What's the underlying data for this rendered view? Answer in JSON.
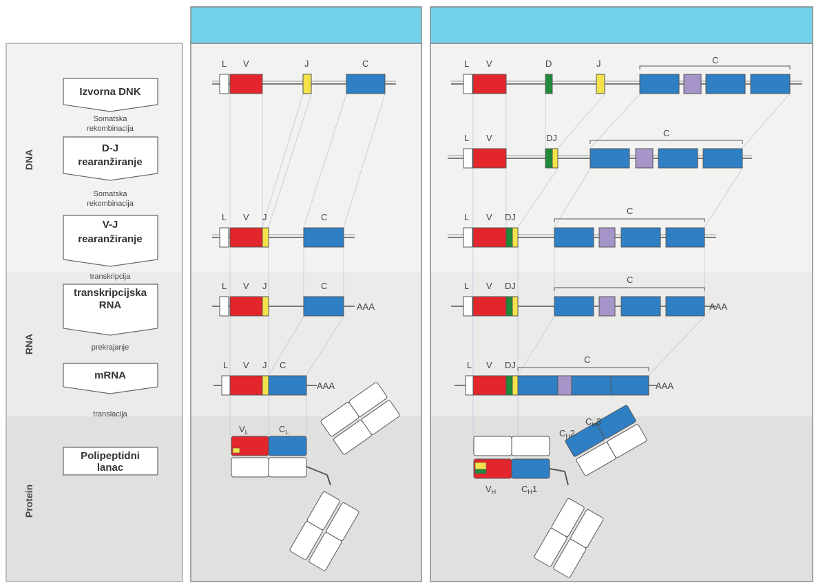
{
  "left_panel": {
    "sections": [
      "DNA",
      "RNA",
      "Protein"
    ],
    "steps": [
      "Izvorna DNK",
      "D-J rearanžiranje",
      "V-J rearanžiranje",
      "transkripcijska RNA",
      "mRNA",
      "Polipeptidni lanac"
    ],
    "processes": [
      "Somatska rekombinacija",
      "Somatska rekombinacija",
      "transkripcija",
      "prekrajanje",
      "translacija"
    ]
  },
  "light_chain": {
    "header": "",
    "segment_labels": {
      "L": "L",
      "V": "V",
      "J": "J",
      "C": "C"
    },
    "poly_a": "AAA",
    "protein_labels": {
      "vl": "V",
      "vl_sub": "L",
      "cl": "C",
      "cl_sub": "L"
    }
  },
  "heavy_chain": {
    "header": "",
    "segment_labels": {
      "L": "L",
      "V": "V",
      "D": "D",
      "J": "J",
      "DJ": "DJ",
      "C": "C"
    },
    "poly_a": "AAA",
    "protein_labels": {
      "vh": "V",
      "vh_sub": "H",
      "ch1": "C",
      "ch1_sub": "H",
      "ch1_num": "1",
      "ch2": "C",
      "ch2_sub": "H",
      "ch2_num": "2",
      "ch3": "C",
      "ch3_sub": "H",
      "ch3_num": "3"
    }
  },
  "colors": {
    "V": "#e3262b",
    "J": "#f4e24b",
    "D": "#1e8a3a",
    "C": "#2f7fc5",
    "C_small": "#a595c9",
    "header": "#74d2eb",
    "band_light": "#f2f2f0",
    "band_mid": "#ebebea",
    "band_dark": "#e0e0de"
  }
}
